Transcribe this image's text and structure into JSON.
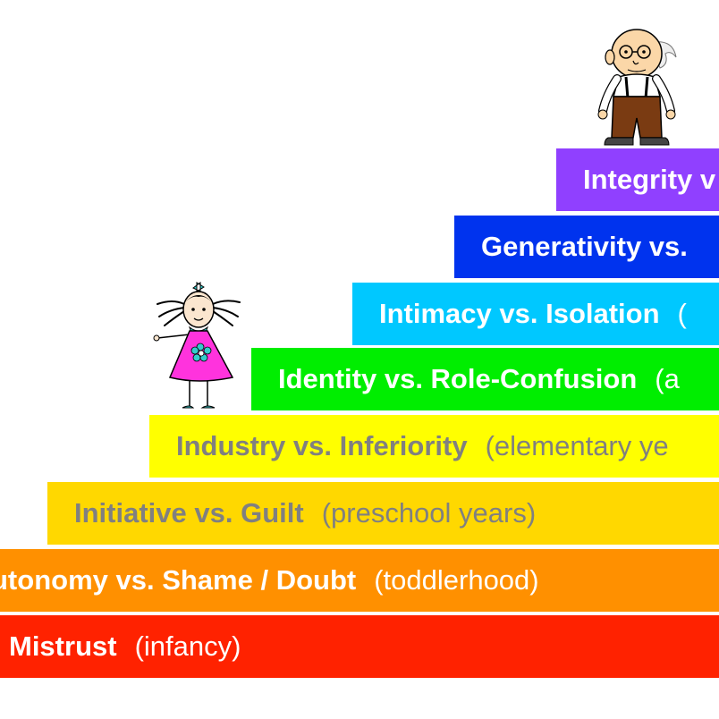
{
  "stages": [
    {
      "name": "Mistrust",
      "age": "(infancy)",
      "color": "#ff2200",
      "text_color": "#ffffff"
    },
    {
      "name": "utonomy vs. Shame / Doubt",
      "age": "(toddlerhood)",
      "color": "#ff9000",
      "text_color": "#ffffff"
    },
    {
      "name": "Initiative vs. Guilt",
      "age": "(preschool years)",
      "color": "#ffd800",
      "text_color": "#808080"
    },
    {
      "name": "Industry vs. Inferiority",
      "age": "(elementary ye",
      "color": "#ffff00",
      "text_color": "#808080"
    },
    {
      "name": "Identity vs. Role-Confusion",
      "age": "(a",
      "color": "#00ee00",
      "text_color": "#ffffff"
    },
    {
      "name": "Intimacy vs. Isolation",
      "age": "(",
      "color": "#00c8ff",
      "text_color": "#ffffff"
    },
    {
      "name": "Generativity vs.",
      "age": "",
      "color": "#0033ee",
      "text_color": "#ffffff"
    },
    {
      "name": "Integrity v",
      "age": "",
      "color": "#9040ff",
      "text_color": "#ffffff"
    }
  ],
  "icons": {
    "girl": "girl-cartoon-icon",
    "old_man": "old-man-cartoon-icon"
  }
}
